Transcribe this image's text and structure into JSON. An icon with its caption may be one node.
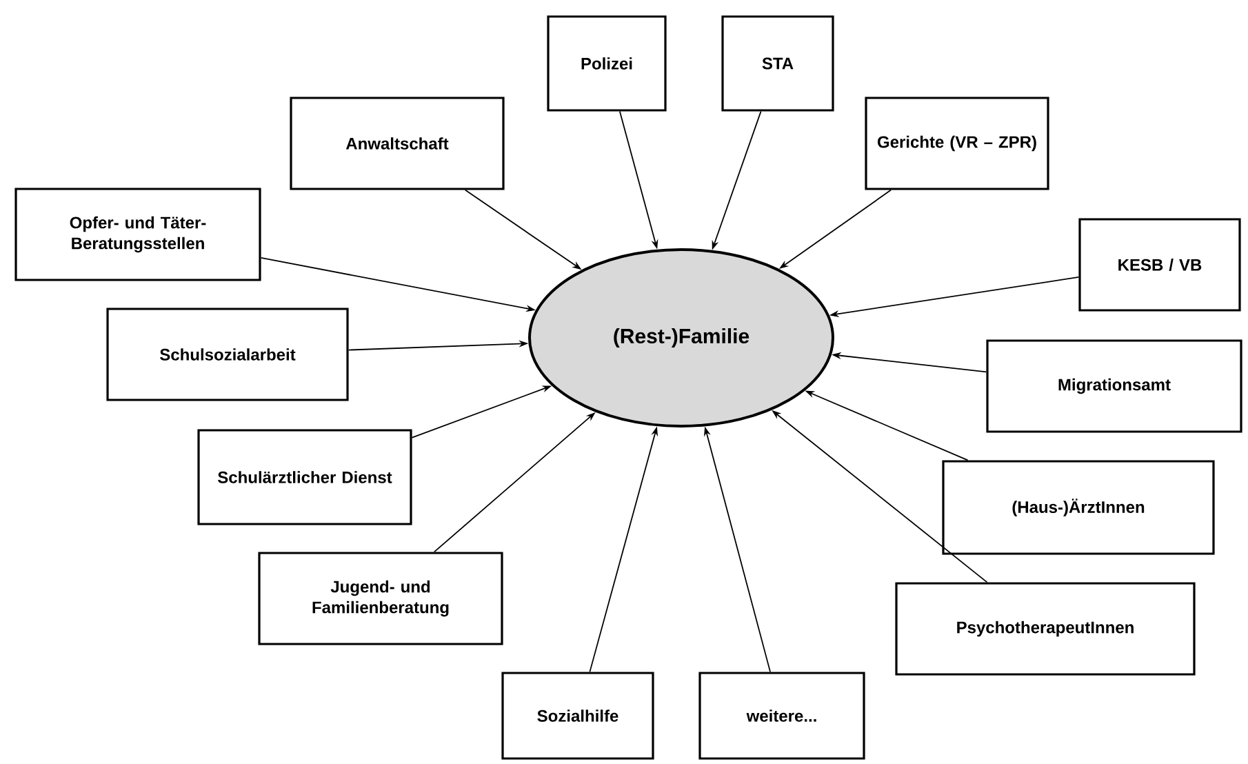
{
  "diagram": {
    "nodes": [
      {
        "text": [
          "(Rest-)Familie"
        ]
      },
      {
        "text": [
          "Polizei"
        ]
      },
      {
        "text": [
          "STA"
        ]
      },
      {
        "text": [
          "Anwaltschaft"
        ]
      },
      {
        "text": [
          "Gerichte (VR – ZPR)"
        ]
      },
      {
        "text": [
          "Opfer- und Täter-Beratungsstellen"
        ]
      },
      {
        "text": [
          "KESB / VB"
        ]
      },
      {
        "text": [
          "Schulsozialarbeit"
        ]
      },
      {
        "text": [
          "Migrationsamt"
        ]
      },
      {
        "text": [
          "Schulärztlicher Dienst"
        ]
      },
      {
        "text": [
          "(Haus-)ÄrztInnen"
        ]
      },
      {
        "text": [
          "Jugend- und Familienberatung"
        ]
      },
      {
        "text": [
          "PsychotherapeutInnen"
        ]
      },
      {
        "text": [
          "Sozialhilfe"
        ]
      },
      {
        "text": [
          "weitere..."
        ]
      }
    ],
    "edges": [
      {
        "from": 1,
        "to": 0,
        "arrow": "to"
      },
      {
        "from": 2,
        "to": 0,
        "arrow": "to"
      },
      {
        "from": 3,
        "to": 0,
        "arrow": "to"
      },
      {
        "from": 4,
        "to": 0,
        "arrow": "to"
      },
      {
        "from": 5,
        "to": 0,
        "arrow": "to"
      },
      {
        "from": 6,
        "to": 0,
        "arrow": "to"
      },
      {
        "from": 7,
        "to": 0,
        "arrow": "to"
      },
      {
        "from": 8,
        "to": 0,
        "arrow": "to"
      },
      {
        "from": 9,
        "to": 0,
        "arrow": "to"
      },
      {
        "from": 10,
        "to": 0,
        "arrow": "to"
      },
      {
        "from": 11,
        "to": 0,
        "arrow": "to"
      },
      {
        "from": 12,
        "to": 0,
        "arrow": "to"
      },
      {
        "from": 13,
        "to": 0,
        "arrow": "to"
      },
      {
        "from": 14,
        "to": 0,
        "arrow": "to"
      }
    ]
  }
}
